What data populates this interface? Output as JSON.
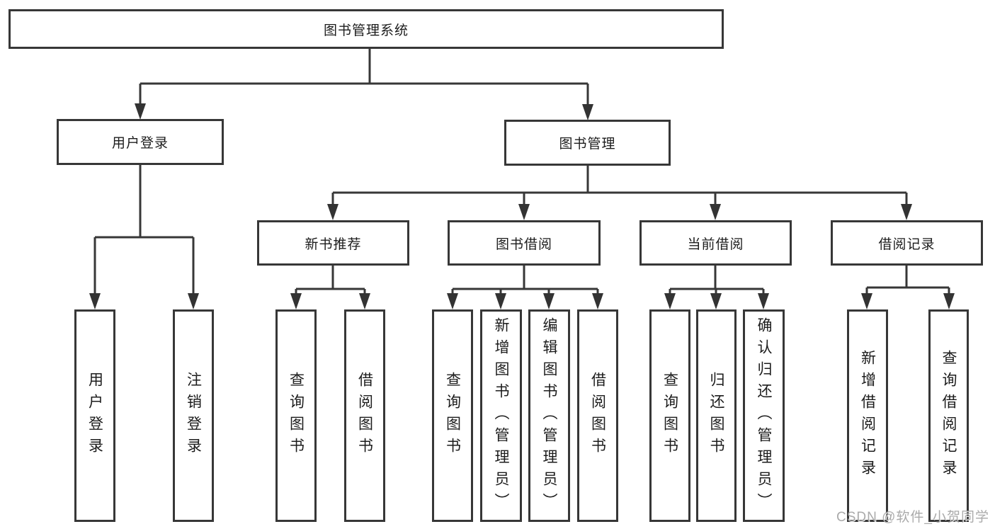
{
  "root": {
    "label": "图书管理系统"
  },
  "branches": [
    {
      "id": "user-login",
      "label": "用户登录",
      "children": [
        {
          "label": "用户登录"
        },
        {
          "label": "注销登录"
        }
      ]
    },
    {
      "id": "book-management",
      "label": "图书管理",
      "sections": [
        {
          "label": "新书推荐",
          "children": [
            {
              "label": "查询图书"
            },
            {
              "label": "借阅图书"
            }
          ]
        },
        {
          "label": "图书借阅",
          "children": [
            {
              "label": "查询图书"
            },
            {
              "label": "新增图书（管理员）"
            },
            {
              "label": "编辑图书（管理员）"
            },
            {
              "label": "借阅图书"
            }
          ]
        },
        {
          "label": "当前借阅",
          "children": [
            {
              "label": "查询图书"
            },
            {
              "label": "归还图书"
            },
            {
              "label": "确认归还（管理员）"
            }
          ]
        },
        {
          "label": "借阅记录",
          "children": [
            {
              "label": "新增借阅记录"
            },
            {
              "label": "查询借阅记录"
            }
          ]
        }
      ]
    }
  ],
  "watermark": "CSDN @软件_小贺同学",
  "colors": {
    "background": "#ffffff",
    "box_border": "#373737",
    "line": "#373737",
    "text": "#1c1c1c",
    "watermark": "#9e9e9e"
  }
}
